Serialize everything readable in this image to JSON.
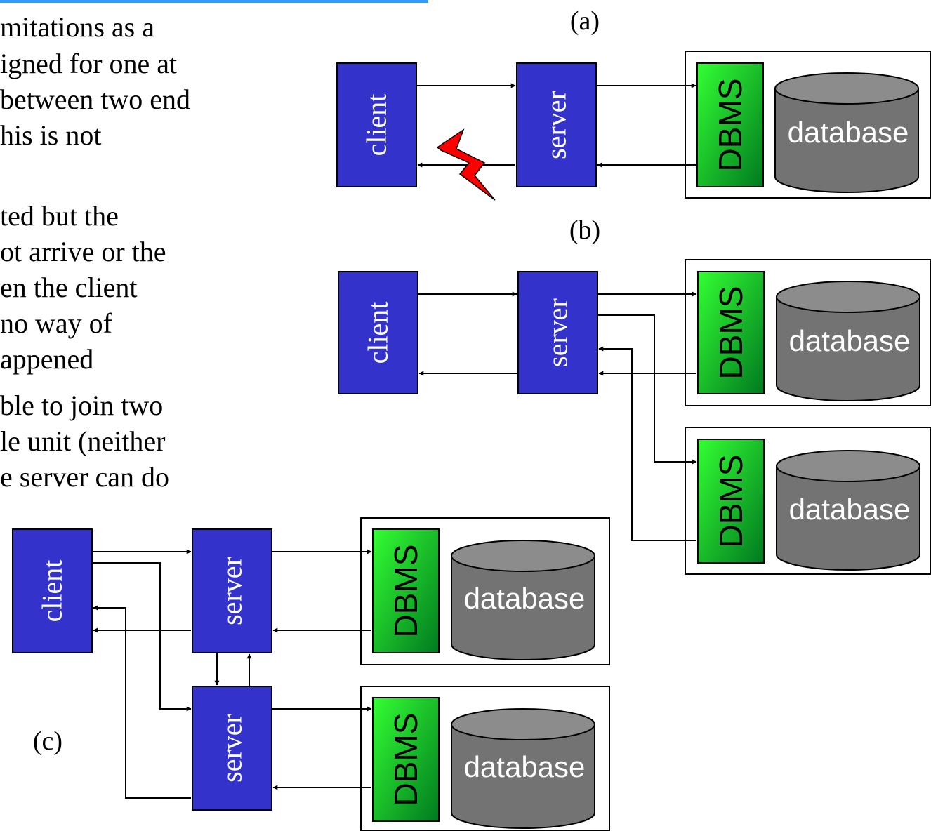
{
  "text_lines": [
    "mitations as a",
    "igned for one at",
    "between two end",
    "his is not",
    "ted but the",
    "ot arrive or the",
    "en the client",
    "no way of",
    "appened",
    "ble to join two",
    "le unit (neither",
    "e server can do"
  ],
  "labels": {
    "panel_a": "(a)",
    "panel_b": "(b)",
    "panel_c": "(c)",
    "client": "client",
    "server": "server",
    "dbms": "DBMS",
    "database": "database"
  },
  "colors": {
    "client_server_fill": "#3333cc",
    "dbms_fill": "#00cc33",
    "dbms_fill_light": "#33ff33",
    "database_fill": "#737373",
    "database_top": "#8c8c8c",
    "failure_bolt": "#ff0000",
    "header_rule": "#3399ff"
  },
  "icons": {
    "failure": "lightning-bolt-icon",
    "database": "cylinder-icon"
  }
}
